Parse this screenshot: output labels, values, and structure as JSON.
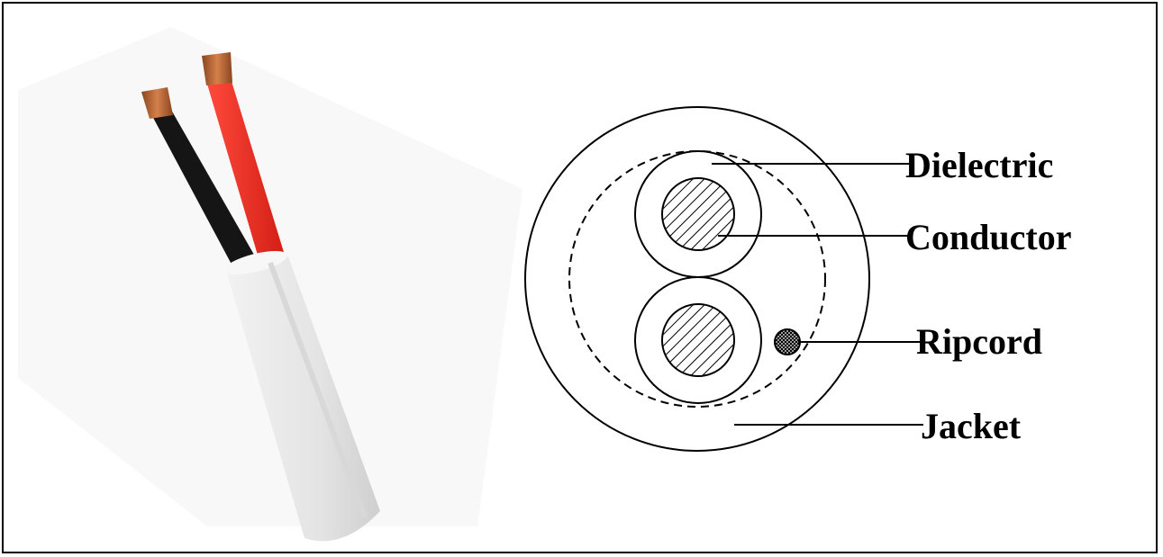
{
  "colors": {
    "jacket": "#e6e6e6",
    "jacket_shadow": "#c9c9c9",
    "copper": "#c06b3a",
    "red_insulation": "#e8261d",
    "black_insulation": "#151515",
    "line": "#000000"
  },
  "labels": {
    "dielectric": "Dielectric",
    "conductor": "Conductor",
    "ripcord": "Ripcord",
    "jacket": "Jacket"
  }
}
